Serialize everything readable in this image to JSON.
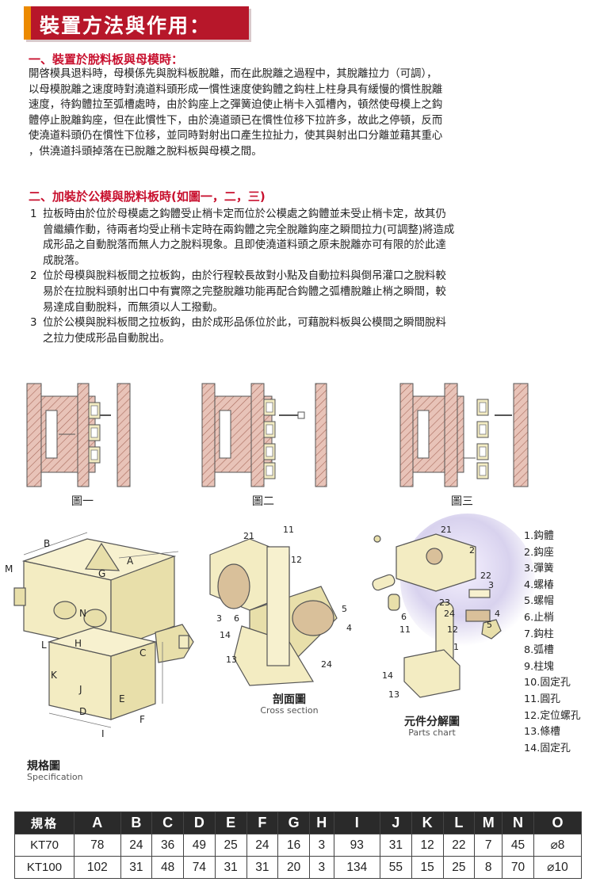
{
  "title": "裝置方法與作用：",
  "section1": {
    "heading": "一、裝置於脫料板與母模時：",
    "lines": [
      "開啓模具退料時，母模係先與脫料板脫離，而在此脫離之過程中，其脫離拉力（可調），",
      "以母模脫離之速度時對澆道料頭形成一慣性速度使鈎體之鈎柱上柱身具有緩慢的慣性脫離",
      "速度，待鈎體拉至弧槽處時，由於鈎座上之彈簧迫使止梢卡入弧槽內，頓然使母模上之鈎",
      "體停止脫離鈎座，但在此慣性下，由於澆道頭已在慣性位移下拉許多，故此之停頓，反而",
      "使澆道料頭仍在慣性下位移，並同時對射出口產生拉扯力，使其與射出口分離並藉其重心",
      "，供澆道抖頭掉落在已脫離之脫料板與母模之間。"
    ]
  },
  "section2": {
    "heading": "二、加裝於公模與脫料板時(如圖一，二，三)",
    "items": [
      {
        "num": "1",
        "lines": [
          "拉板時由於位於母模處之鈎體受止梢卡定而位於公模處之鈎體並未受止梢卡定，故其仍",
          "曾繼續作動，待兩者均受止稍卡定時在兩鈎體之完全脫離鈎座之瞬間拉力(可調整)將造成",
          "成形品之自動脫落而無人力之脫料現象。且即使澆道料頭之原未脫離亦可有限的於此達",
          "成脫落。"
        ]
      },
      {
        "num": "2",
        "lines": [
          "位於母模與脫料板間之拉板鈎，由於行程較長故對小點及自動拉料與倒吊灌口之脫料較",
          "易於在拉脫料頭射出口中有實際之完整脫離功能再配合鈎體之弧槽脫離止梢之瞬間，較",
          "易達成自動脫料，而無須以人工撥動。"
        ]
      },
      {
        "num": "3",
        "lines": [
          "位於公模與脫料板間之拉板鈎，由於成形品係位於此，可藉脫料板與公模間之瞬間脫料",
          "之拉力使成形品自動脫出。"
        ]
      }
    ]
  },
  "figures": {
    "fig1": "圖一",
    "fig2": "圖二",
    "fig3": "圖三",
    "spec_zh": "規格圖",
    "spec_en": "Specification",
    "cross_zh": "剖面圖",
    "cross_en": "Cross section",
    "parts_zh": "元件分解圖",
    "parts_en": "Parts chart"
  },
  "dimension_letters": [
    "B",
    "A",
    "M",
    "G",
    "N",
    "H",
    "L",
    "C",
    "K",
    "J",
    "E",
    "D",
    "F",
    "I"
  ],
  "cross_numbers": [
    "21",
    "11",
    "12",
    "5",
    "4",
    "3",
    "6",
    "14",
    "13",
    "24"
  ],
  "parts_numbers": [
    "21",
    "2",
    "22",
    "3",
    "23",
    "24",
    "6",
    "11",
    "12",
    "4",
    "5",
    "1",
    "14",
    "13"
  ],
  "parts_list": [
    "1.鈎體",
    "2.鈎座",
    "3.彈簧",
    "4.螺椿",
    "5.螺帽",
    "6.止梢",
    "7.鈎柱",
    "8.弧槽",
    "9.柱塊",
    "10.固定孔",
    "11.圓孔",
    "12.定位螺孔",
    "13.條槽",
    "14.固定孔"
  ],
  "spec_table": {
    "header_label": "規格",
    "columns": [
      "A",
      "B",
      "C",
      "D",
      "E",
      "F",
      "G",
      "H",
      "I",
      "J",
      "K",
      "L",
      "M",
      "N",
      "O"
    ],
    "rows": [
      {
        "name": "KT70",
        "values": [
          "78",
          "24",
          "36",
          "49",
          "25",
          "24",
          "16",
          "3",
          "93",
          "31",
          "12",
          "22",
          "7",
          "45",
          "⌀8"
        ]
      },
      {
        "name": "KT100",
        "values": [
          "102",
          "31",
          "48",
          "74",
          "31",
          "31",
          "20",
          "3",
          "134",
          "55",
          "15",
          "25",
          "8",
          "70",
          "⌀10"
        ]
      }
    ]
  },
  "colors": {
    "title_bg": "#b7172a",
    "title_accent": "#ec8a00",
    "heading_red": "#c8102e",
    "mold_fill": "#e8c3b8",
    "part_fill": "#f3ecc2",
    "table_header": "#2a2a2a"
  }
}
